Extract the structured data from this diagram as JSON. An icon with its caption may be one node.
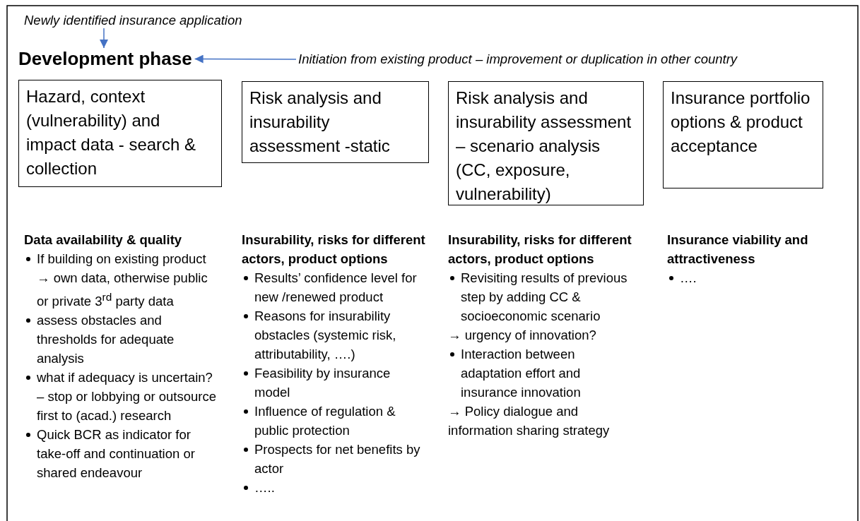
{
  "diagram": {
    "nodes": [
      {
        "text": [
          "Newly identified insurance application"
        ]
      },
      {
        "text": [
          "Development phase"
        ]
      },
      {
        "text": [
          "Initiation from existing product – improvement or duplication in other country"
        ]
      },
      {
        "text": [
          "Hazard, context (vulnerability) and impact data - search & collection"
        ]
      },
      {
        "text": [
          "Risk analysis and insurability assessment -static"
        ]
      },
      {
        "text": [
          "Risk analysis and insurability assessment – scenario analysis (CC, exposure, vulnerability)"
        ]
      },
      {
        "text": [
          "Insurance portfolio options & product acceptance"
        ]
      }
    ],
    "edges": [
      {
        "from": 0,
        "to": 1,
        "arrow": "to"
      },
      {
        "from": 2,
        "to": 1,
        "arrow": "to"
      }
    ],
    "labels": [
      "Data availability & quality",
      "If building on existing product → own data, otherwise public or private 3$^{rd}$ party data",
      "assess obstacles and thresholds for adequate analysis",
      "what if adequacy is uncertain? – stop or lobbying or outsource first to (acad.) research",
      "Quick BCR as indicator for take-off and continuation or shared endeavour",
      "Insurability, risks for different actors, product options",
      "Results’ confidence level for new /renewed product",
      "Reasons for insurability obstacles (systemic risk, attributability, ….)",
      "Feasibility by insurance model",
      "Influence of regulation & public protection",
      "Prospects for net benefits by actor",
      "…..",
      "Insurability, risks for different actors, product options",
      "Revisiting results of previous step by adding CC & socioeconomic scenario",
      "→ urgency of innovation?",
      "Interaction between adaptation effort and insurance innovation",
      "→ Policy dialogue and information sharing strategy",
      "Insurance viability and attractiveness",
      "…."
    ]
  }
}
